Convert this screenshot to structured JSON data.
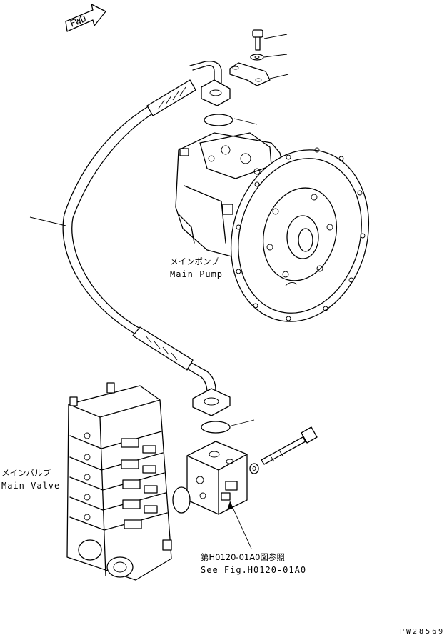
{
  "fwd_label": "FWD",
  "main_pump": {
    "jp": "メインポンプ",
    "en": "Main Pump"
  },
  "main_valve": {
    "jp": "メインバルブ",
    "en": "Main Valve"
  },
  "see_fig": {
    "jp": "第H0120-01A0図参照",
    "en": "See Fig.H0120-01A0"
  },
  "drawing_code": "PW28569"
}
